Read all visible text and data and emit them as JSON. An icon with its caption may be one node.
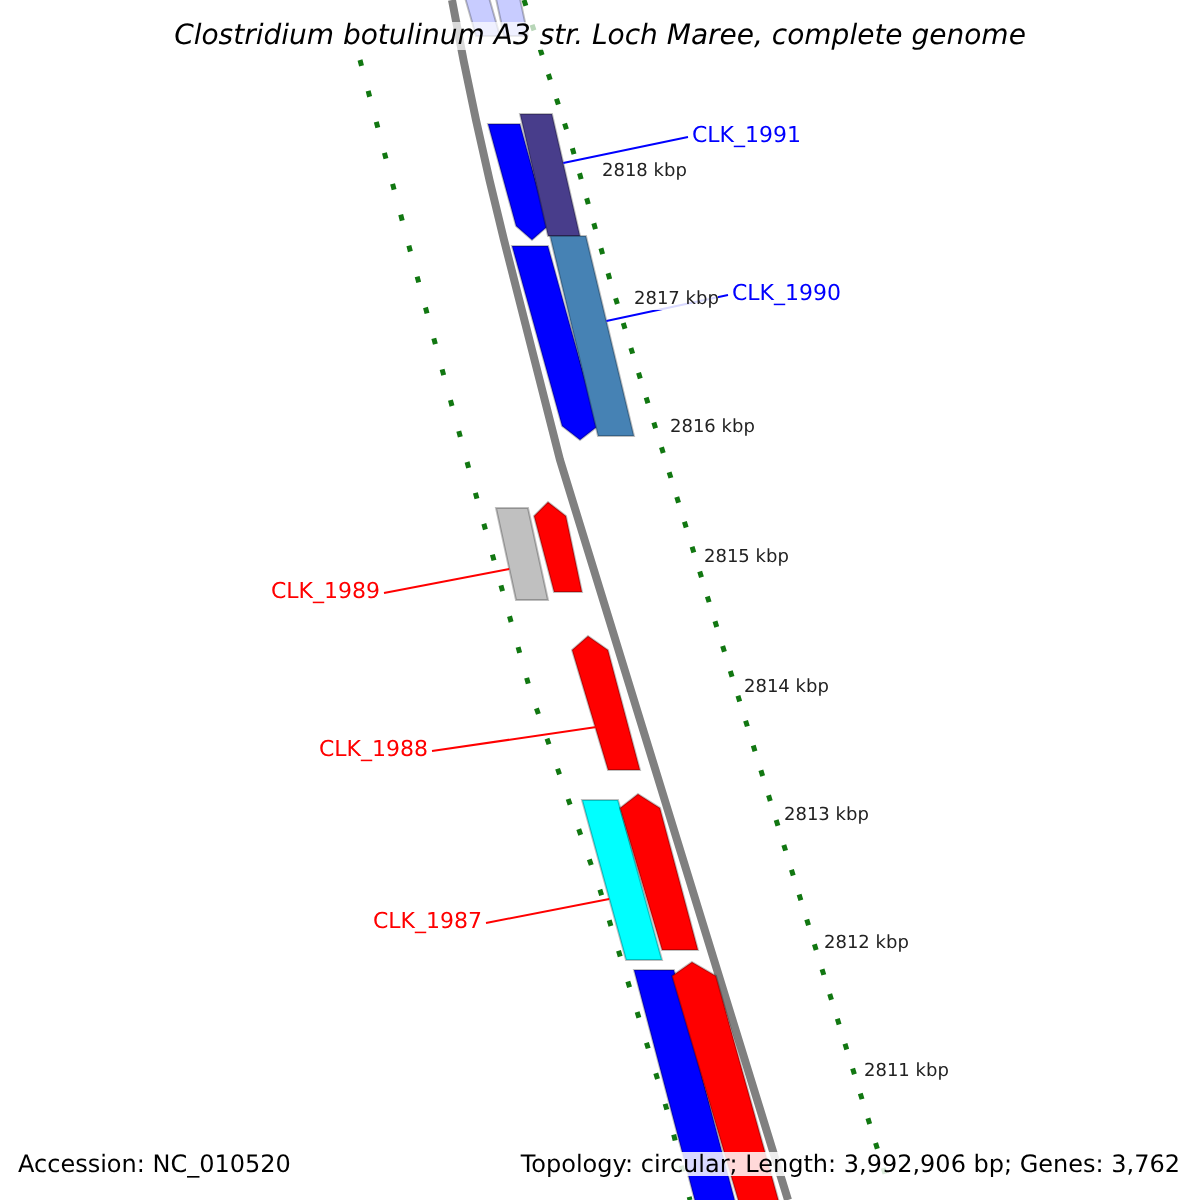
{
  "diagram": {
    "title": "Clostridium botulinum A3 str. Loch Maree, complete genome",
    "nodes": [
      {
        "text": [],
        "shape": "bar"
      },
      {
        "text": [],
        "shape": "bar"
      },
      {
        "text": [],
        "shape": "arrow"
      },
      {
        "text": [],
        "shape": "bar"
      },
      {
        "text": [
          "CLK_1991"
        ]
      },
      {
        "text": [],
        "shape": "arrow"
      },
      {
        "text": [],
        "shape": "bar"
      },
      {
        "text": [
          "CLK_1990"
        ]
      },
      {
        "text": [],
        "shape": "bar"
      },
      {
        "text": [],
        "shape": "arrow"
      },
      {
        "text": [
          "CLK_1989"
        ]
      },
      {
        "text": [],
        "shape": "arrow"
      },
      {
        "text": [
          "CLK_1988"
        ]
      },
      {
        "text": [],
        "shape": "bar"
      },
      {
        "text": [],
        "shape": "arrow"
      },
      {
        "text": [
          "CLK_1987"
        ]
      },
      {
        "text": [],
        "shape": "bar"
      },
      {
        "text": [],
        "shape": "arrow"
      }
    ],
    "edges": [
      {
        "from": 4,
        "to": 3,
        "arrow": "none",
        "color": "#0000ff"
      },
      {
        "from": 7,
        "to": 6,
        "arrow": "none",
        "color": "#0000ff"
      },
      {
        "from": 10,
        "to": 8,
        "arrow": "none"
      },
      {
        "from": 12,
        "to": 11,
        "arrow": "none"
      },
      {
        "from": 15,
        "to": 13,
        "arrow": "none"
      }
    ],
    "labels": [
      "2818 kbp",
      "2817 kbp",
      "2816 kbp",
      "2815 kbp",
      "2814 kbp",
      "2813 kbp",
      "2812 kbp",
      "2811 kbp",
      "Accession: NC_010520",
      "Topology: circular; Length: 3,992,906 bp; Genes: 3,762"
    ]
  }
}
